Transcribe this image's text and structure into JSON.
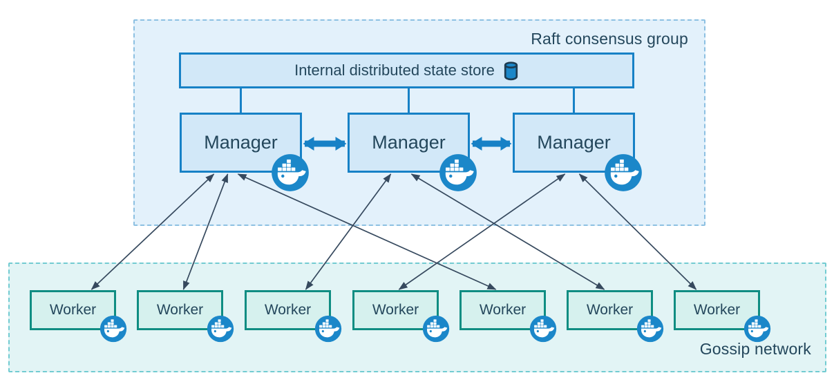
{
  "diagram": {
    "raft_group": {
      "label": "Raft consensus group",
      "state_store": {
        "id": "state-store",
        "label": "Internal distributed state store",
        "icon": "database-cylinder-icon"
      },
      "managers": [
        {
          "id": "manager-1",
          "label": "Manager",
          "icon": "docker-whale-icon"
        },
        {
          "id": "manager-2",
          "label": "Manager",
          "icon": "docker-whale-icon"
        },
        {
          "id": "manager-3",
          "label": "Manager",
          "icon": "docker-whale-icon"
        }
      ]
    },
    "gossip_network": {
      "label": "Gossip network",
      "workers": [
        {
          "id": "worker-1",
          "label": "Worker",
          "icon": "docker-whale-icon"
        },
        {
          "id": "worker-2",
          "label": "Worker",
          "icon": "docker-whale-icon"
        },
        {
          "id": "worker-3",
          "label": "Worker",
          "icon": "docker-whale-icon"
        },
        {
          "id": "worker-4",
          "label": "Worker",
          "icon": "docker-whale-icon"
        },
        {
          "id": "worker-5",
          "label": "Worker",
          "icon": "docker-whale-icon"
        },
        {
          "id": "worker-6",
          "label": "Worker",
          "icon": "docker-whale-icon"
        },
        {
          "id": "worker-7",
          "label": "Worker",
          "icon": "docker-whale-icon"
        }
      ]
    },
    "edges": {
      "peer_links": [
        {
          "from": "manager-1",
          "to": "manager-2",
          "style": "thick-double-arrow"
        },
        {
          "from": "manager-2",
          "to": "manager-3",
          "style": "thick-double-arrow"
        }
      ],
      "store_links": [
        {
          "from": "state-store",
          "to": "manager-1",
          "style": "plain-line"
        },
        {
          "from": "state-store",
          "to": "manager-2",
          "style": "plain-line"
        },
        {
          "from": "state-store",
          "to": "manager-3",
          "style": "plain-line"
        }
      ],
      "worker_links": [
        {
          "from": "manager-1",
          "to": "worker-1",
          "style": "thin-double-arrow"
        },
        {
          "from": "manager-1",
          "to": "worker-2",
          "style": "thin-double-arrow"
        },
        {
          "from": "manager-1",
          "to": "worker-5",
          "style": "thin-double-arrow"
        },
        {
          "from": "manager-2",
          "to": "worker-3",
          "style": "thin-double-arrow"
        },
        {
          "from": "manager-2",
          "to": "worker-6",
          "style": "thin-double-arrow"
        },
        {
          "from": "manager-3",
          "to": "worker-4",
          "style": "thin-double-arrow"
        },
        {
          "from": "manager-3",
          "to": "worker-7",
          "style": "thin-double-arrow"
        }
      ]
    },
    "colors": {
      "blue_border": "#1781c6",
      "blue_fill": "#d2e8f8",
      "raft_fill": "#e3f1fb",
      "raft_border": "#8cc0e2",
      "teal_border": "#0f8d82",
      "teal_fill": "#d6f1ee",
      "gossip_fill": "#e2f4f5",
      "gossip_border": "#72cbd1",
      "arrow": "#36495e",
      "docker_blue": "#1b87c9",
      "text": "#24475c"
    }
  }
}
